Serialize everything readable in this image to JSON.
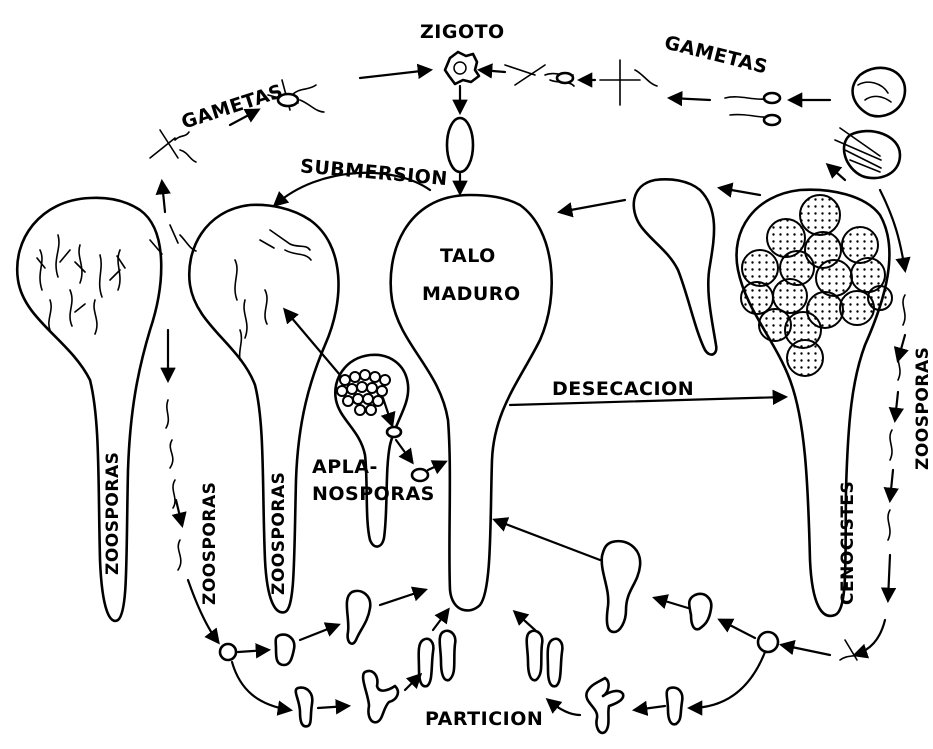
{
  "labels": {
    "zigoto": "ZIGOTO",
    "gametas_left": "GAMETAS",
    "gametas_right": "GAMETAS",
    "submersion": "SUBMERSION",
    "talo": "TALO",
    "maduro": "MADURO",
    "desecacion": "DESECACION",
    "aplanosporas_1": "APLA-",
    "aplanosporas_2": "NOSPORAS",
    "zoosporas_1": "ZOOSPORAS",
    "zoosporas_2": "ZOOSPORAS",
    "zoosporas_3": "ZOOSPORAS",
    "zoosporas_4": "ZOOSPORAS",
    "cenocistes": "CENOCISTES",
    "particion": "PARTICION"
  }
}
